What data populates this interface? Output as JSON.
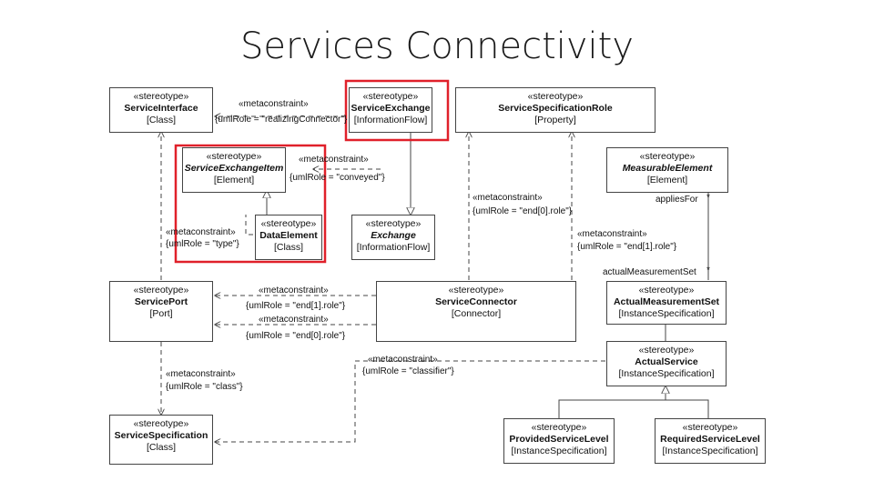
{
  "title": "Services Connectivity",
  "stereotype": "«stereotype»",
  "boxes": {
    "service_interface": {
      "name": "ServiceInterface",
      "meta": "[Class]"
    },
    "service_exchange": {
      "name": "ServiceExchange",
      "meta": "[InformationFlow]"
    },
    "service_spec_role": {
      "name": "ServiceSpecificationRole",
      "meta": "[Property]"
    },
    "service_exchange_item": {
      "name": "ServiceExchangeItem",
      "meta": "[Element]"
    },
    "measurable_element": {
      "name": "MeasurableElement",
      "meta": "[Element]"
    },
    "data_element": {
      "name": "DataElement",
      "meta": "[Class]"
    },
    "exchange": {
      "name": "Exchange",
      "meta": "[InformationFlow]"
    },
    "service_port": {
      "name": "ServicePort",
      "meta": "[Port]"
    },
    "service_connector": {
      "name": "ServiceConnector",
      "meta": "[Connector]"
    },
    "actual_measurement_set": {
      "name": "ActualMeasurementSet",
      "meta": "[InstanceSpecification]"
    },
    "actual_service": {
      "name": "ActualService",
      "meta": "[InstanceSpecification]"
    },
    "service_specification": {
      "name": "ServiceSpecification",
      "meta": "[Class]"
    },
    "provided_service_level": {
      "name": "ProvidedServiceLevel",
      "meta": "[InstanceSpecification]"
    },
    "required_service_level": {
      "name": "RequiredServiceLevel",
      "meta": "[InstanceSpecification]"
    }
  },
  "labels": {
    "metaconstraint": "«metaconstraint»",
    "realizing_connector": "{umlRole = \"realizingConnector\"}",
    "conveyed": "{umlRole = \"conveyed\"}",
    "type": "{umlRole = \"type\"}",
    "end0_role_a": "{umlRole = \"end[0].role\"}",
    "end1_role_a": "{umlRole = \"end[1].role\"}",
    "end1_role_b": "{umlRole = \"end[1].role\"}",
    "end0_role_b": "{umlRole = \"end[0].role\"}",
    "classifier": "{umlRole = \"classifier\"}",
    "class": "{umlRole = \"class\"}",
    "applies_for": "appliesFor",
    "actual_measurement_set": "actualMeasurementSet",
    "star": "*"
  },
  "colors": {
    "highlight": "#e0202a",
    "line": "#444444"
  }
}
